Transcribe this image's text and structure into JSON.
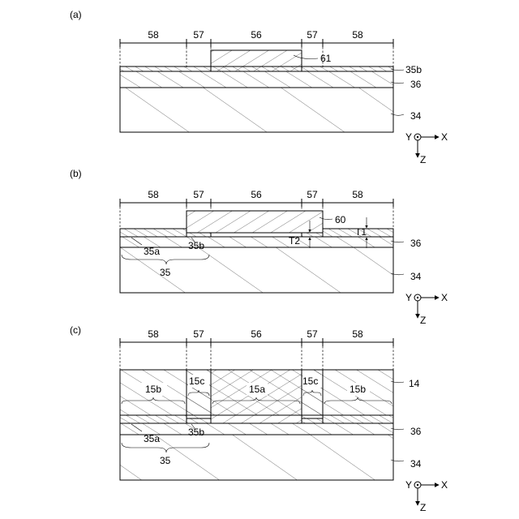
{
  "panels": {
    "a": {
      "tag": "(a)",
      "regions": [
        "58",
        "57",
        "56",
        "57",
        "58"
      ],
      "callouts": {
        "mask": "61",
        "film": "35b",
        "mid": "36",
        "sub": "34"
      }
    },
    "b": {
      "tag": "(b)",
      "regions": [
        "58",
        "57",
        "56",
        "57",
        "58"
      ],
      "callouts": {
        "mask": "60",
        "mid": "36",
        "sub": "34",
        "t2": "T2",
        "t1": "T1",
        "film_a": "35a",
        "film_b": "35b",
        "film": "35"
      }
    },
    "c": {
      "tag": "(c)",
      "regions": [
        "58",
        "57",
        "56",
        "57",
        "58"
      ],
      "callouts": {
        "top": "14",
        "mid": "36",
        "sub": "34",
        "r1": "15b",
        "r2": "15c",
        "r3": "15a",
        "r4": "15c",
        "r5": "15b",
        "film_a": "35a",
        "film_b": "35b",
        "film": "35"
      }
    }
  },
  "axes": {
    "y": "Y",
    "x": "X",
    "z": "Z"
  }
}
